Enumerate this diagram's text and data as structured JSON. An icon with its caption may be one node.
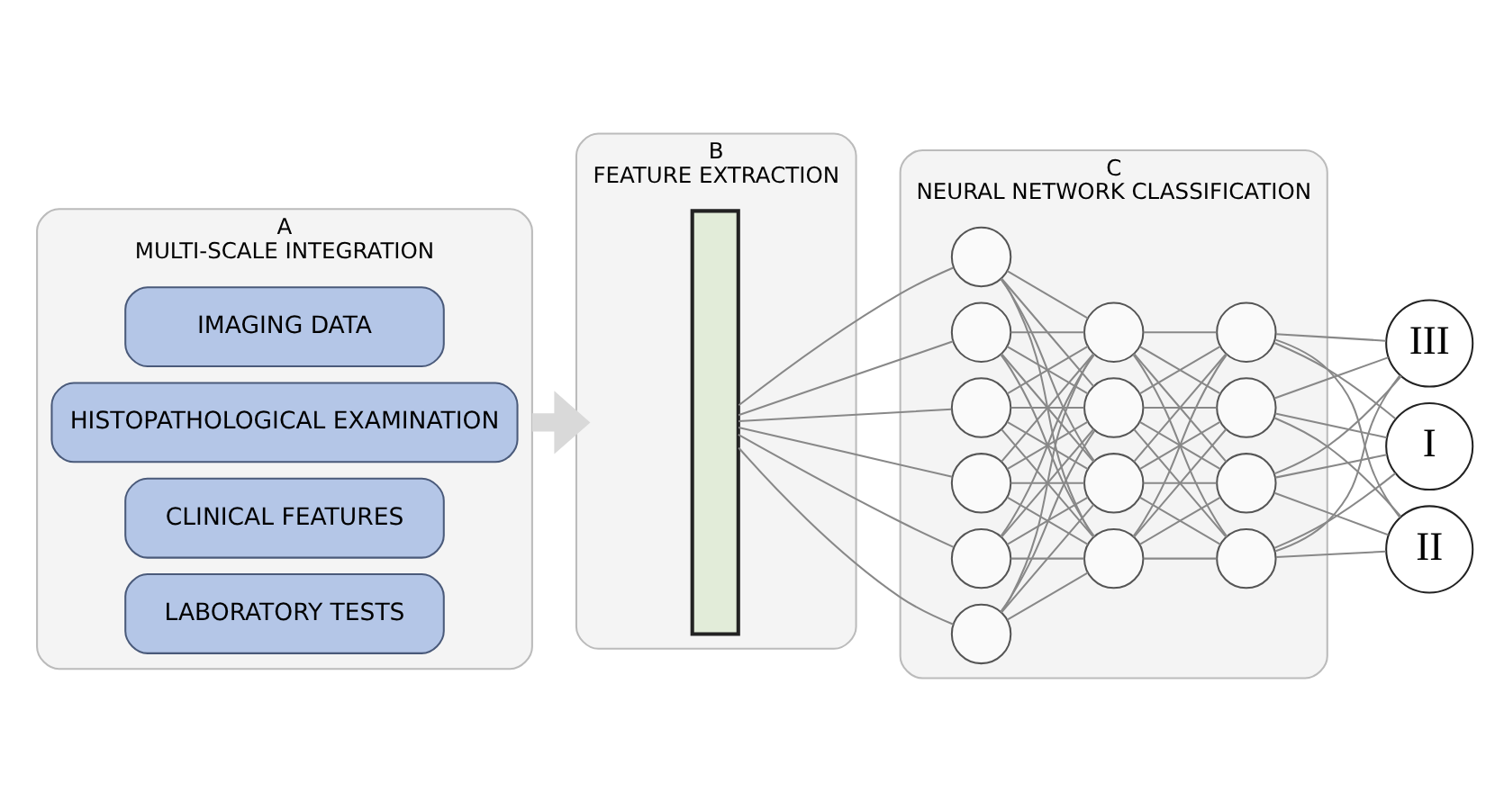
{
  "diagram": {
    "nodes": [
      {
        "text": [
          "A",
          "MULTI-SCALE INTEGRATION"
        ]
      },
      {
        "text": [
          "IMAGING DATA"
        ],
        "in": 0
      },
      {
        "text": [
          "HISTOPATHOLOGICAL EXAMINATION"
        ],
        "in": 0
      },
      {
        "text": [
          "CLINICAL FEATURES"
        ],
        "in": 0
      },
      {
        "text": [
          "LABORATORY TESTS"
        ],
        "in": 0
      },
      {
        "text": [
          "B",
          "FEATURE EXTRACTION"
        ]
      },
      {
        "text": [],
        "shape": "bar",
        "in": 5
      },
      {
        "text": [
          "C",
          "NEURAL NETWORK CLASSIFICATION"
        ]
      },
      {
        "text": [],
        "shape": "circle",
        "in": 7
      },
      {
        "text": [],
        "shape": "circle",
        "in": 7
      },
      {
        "text": [],
        "shape": "circle",
        "in": 7
      },
      {
        "text": [],
        "shape": "circle",
        "in": 7
      },
      {
        "text": [],
        "shape": "circle",
        "in": 7
      },
      {
        "text": [],
        "shape": "circle",
        "in": 7
      },
      {
        "text": [],
        "shape": "circle",
        "in": 7
      },
      {
        "text": [],
        "shape": "circle",
        "in": 7
      },
      {
        "text": [],
        "shape": "circle",
        "in": 7
      },
      {
        "text": [],
        "shape": "circle",
        "in": 7
      },
      {
        "text": [],
        "shape": "circle",
        "in": 7
      },
      {
        "text": [],
        "shape": "circle",
        "in": 7
      },
      {
        "text": [],
        "shape": "circle",
        "in": 7
      },
      {
        "text": [],
        "shape": "circle",
        "in": 7
      },
      {
        "text": [
          "I"
        ]
      },
      {
        "text": [
          "II"
        ]
      },
      {
        "text": [
          "III"
        ]
      }
    ],
    "edges": [
      {
        "from": 0,
        "to": 5,
        "arrow": "to",
        "style": "thick",
        "color": "#d9d9d9"
      },
      {
        "from": 6,
        "to": 8,
        "arrow": "none"
      },
      {
        "from": 6,
        "to": 9,
        "arrow": "none"
      },
      {
        "from": 6,
        "to": 10,
        "arrow": "none"
      },
      {
        "from": 6,
        "to": 11,
        "arrow": "none"
      },
      {
        "from": 6,
        "to": 12,
        "arrow": "none"
      },
      {
        "from": 6,
        "to": 13,
        "arrow": "none"
      },
      {
        "from": 8,
        "to": 14,
        "arrow": "none"
      },
      {
        "from": 8,
        "to": 15,
        "arrow": "none"
      },
      {
        "from": 8,
        "to": 16,
        "arrow": "none"
      },
      {
        "from": 8,
        "to": 17,
        "arrow": "none"
      },
      {
        "from": 9,
        "to": 14,
        "arrow": "none"
      },
      {
        "from": 9,
        "to": 15,
        "arrow": "none"
      },
      {
        "from": 9,
        "to": 16,
        "arrow": "none"
      },
      {
        "from": 9,
        "to": 17,
        "arrow": "none"
      },
      {
        "from": 10,
        "to": 14,
        "arrow": "none"
      },
      {
        "from": 10,
        "to": 15,
        "arrow": "none"
      },
      {
        "from": 10,
        "to": 16,
        "arrow": "none"
      },
      {
        "from": 10,
        "to": 17,
        "arrow": "none"
      },
      {
        "from": 11,
        "to": 14,
        "arrow": "none"
      },
      {
        "from": 11,
        "to": 15,
        "arrow": "none"
      },
      {
        "from": 11,
        "to": 16,
        "arrow": "none"
      },
      {
        "from": 11,
        "to": 17,
        "arrow": "none"
      },
      {
        "from": 12,
        "to": 14,
        "arrow": "none"
      },
      {
        "from": 12,
        "to": 15,
        "arrow": "none"
      },
      {
        "from": 12,
        "to": 16,
        "arrow": "none"
      },
      {
        "from": 12,
        "to": 17,
        "arrow": "none"
      },
      {
        "from": 13,
        "to": 14,
        "arrow": "none"
      },
      {
        "from": 13,
        "to": 15,
        "arrow": "none"
      },
      {
        "from": 13,
        "to": 16,
        "arrow": "none"
      },
      {
        "from": 13,
        "to": 17,
        "arrow": "none"
      },
      {
        "from": 14,
        "to": 18,
        "arrow": "none"
      },
      {
        "from": 14,
        "to": 19,
        "arrow": "none"
      },
      {
        "from": 14,
        "to": 20,
        "arrow": "none"
      },
      {
        "from": 14,
        "to": 21,
        "arrow": "none"
      },
      {
        "from": 15,
        "to": 18,
        "arrow": "none"
      },
      {
        "from": 15,
        "to": 19,
        "arrow": "none"
      },
      {
        "from": 15,
        "to": 20,
        "arrow": "none"
      },
      {
        "from": 15,
        "to": 21,
        "arrow": "none"
      },
      {
        "from": 16,
        "to": 18,
        "arrow": "none"
      },
      {
        "from": 16,
        "to": 19,
        "arrow": "none"
      },
      {
        "from": 16,
        "to": 20,
        "arrow": "none"
      },
      {
        "from": 16,
        "to": 21,
        "arrow": "none"
      },
      {
        "from": 17,
        "to": 18,
        "arrow": "none"
      },
      {
        "from": 17,
        "to": 19,
        "arrow": "none"
      },
      {
        "from": 17,
        "to": 20,
        "arrow": "none"
      },
      {
        "from": 17,
        "to": 21,
        "arrow": "none"
      },
      {
        "from": 18,
        "to": 22,
        "arrow": "none"
      },
      {
        "from": 18,
        "to": 23,
        "arrow": "none"
      },
      {
        "from": 18,
        "to": 24,
        "arrow": "none"
      },
      {
        "from": 19,
        "to": 22,
        "arrow": "none"
      },
      {
        "from": 19,
        "to": 23,
        "arrow": "none"
      },
      {
        "from": 19,
        "to": 24,
        "arrow": "none"
      },
      {
        "from": 20,
        "to": 22,
        "arrow": "none"
      },
      {
        "from": 20,
        "to": 23,
        "arrow": "none"
      },
      {
        "from": 20,
        "to": 24,
        "arrow": "none"
      },
      {
        "from": 21,
        "to": 22,
        "arrow": "none"
      },
      {
        "from": 21,
        "to": 23,
        "arrow": "none"
      },
      {
        "from": 21,
        "to": 24,
        "arrow": "none"
      }
    ]
  }
}
